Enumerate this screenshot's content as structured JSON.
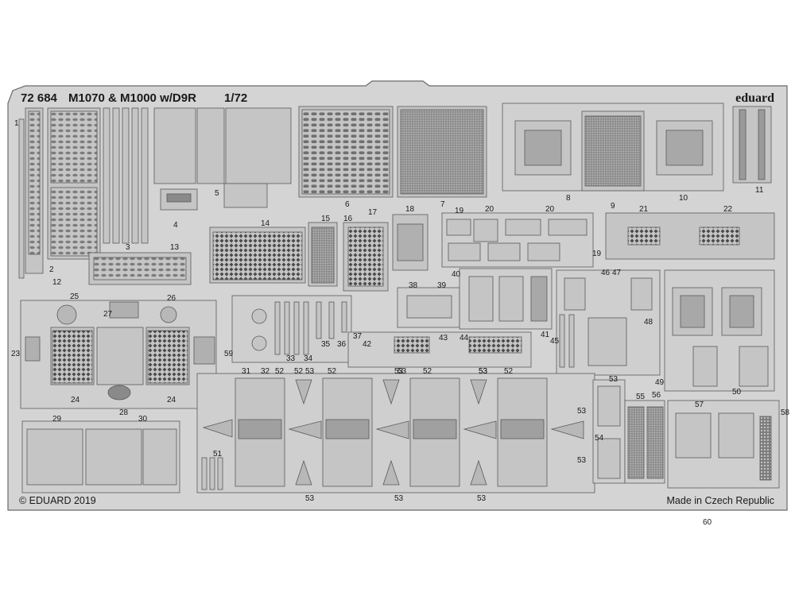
{
  "sheet": {
    "catalog_number": "72 684",
    "title": "M1070 & M1000 w/D9R",
    "scale": "1/72",
    "brand": "eduard",
    "copyright": "© EDUARD 2019",
    "origin": "Made in Czech Republic"
  },
  "part_numbers": [
    "1",
    "2",
    "3",
    "4",
    "5",
    "6",
    "7",
    "8",
    "9",
    "10",
    "11",
    "12",
    "13",
    "14",
    "15",
    "16",
    "17",
    "18",
    "19",
    "19",
    "20",
    "20",
    "21",
    "22",
    "23",
    "24",
    "24",
    "25",
    "26",
    "27",
    "28",
    "29",
    "30",
    "31",
    "32",
    "33",
    "34",
    "35",
    "36",
    "37",
    "38",
    "39",
    "40",
    "41",
    "42",
    "43",
    "44",
    "45",
    "46",
    "47",
    "48",
    "49",
    "50",
    "51",
    "52",
    "52",
    "52",
    "52",
    "52",
    "53",
    "53",
    "53",
    "53",
    "53",
    "53",
    "53",
    "53",
    "53",
    "53",
    "53",
    "54",
    "55",
    "56",
    "57",
    "58",
    "59",
    "60"
  ],
  "colors": {
    "background": "#ffffff",
    "fret": "#d4d4d4",
    "part": "#c5c5c5",
    "line": "#5a5a5a",
    "dark": "#3c3c3c",
    "text": "#1a1a1a"
  }
}
